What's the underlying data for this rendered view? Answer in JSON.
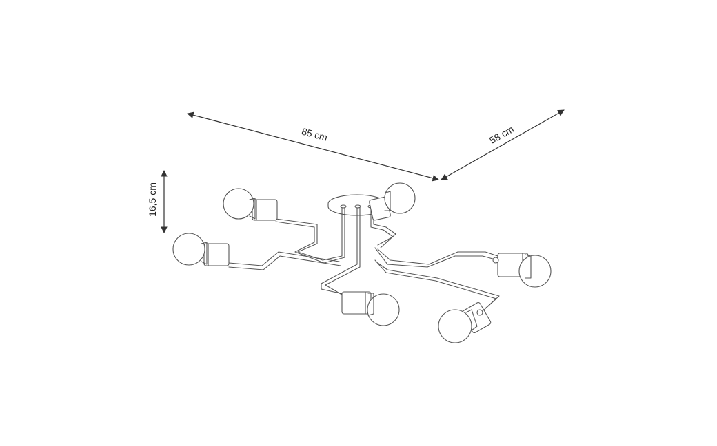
{
  "dimensions": {
    "width_label": "85 cm",
    "depth_label": "58 cm",
    "height_label": "16,5 cm"
  },
  "colors": {
    "line": "#555555",
    "dimension_line": "#333333",
    "background": "#ffffff"
  },
  "fixture": {
    "bulb_count": 6
  }
}
